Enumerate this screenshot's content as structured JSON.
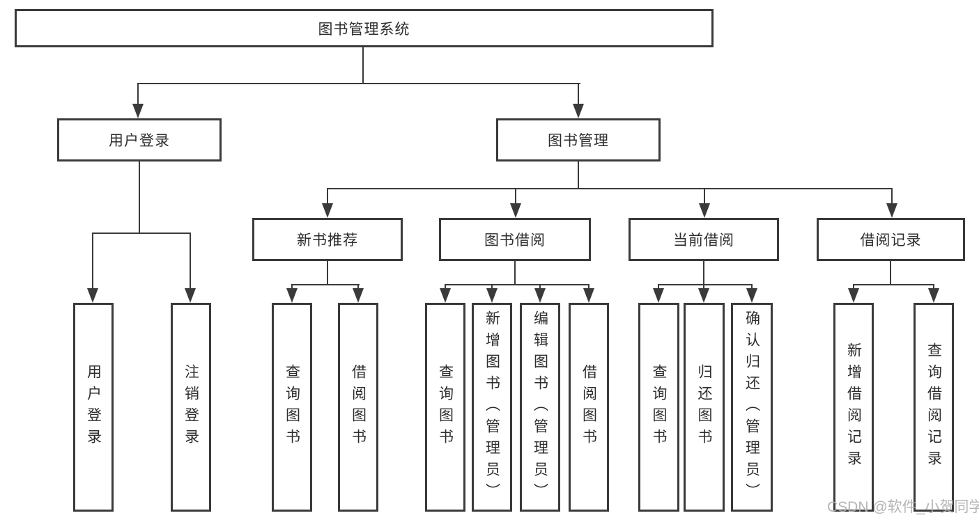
{
  "tree": {
    "root": {
      "label": "图书管理系统",
      "children": [
        {
          "label": "用户登录",
          "children": [
            {
              "label": "用户登录"
            },
            {
              "label": "注销登录"
            }
          ]
        },
        {
          "label": "图书管理",
          "children": [
            {
              "label": "新书推荐",
              "children": [
                {
                  "label": "查询图书"
                },
                {
                  "label": "借阅图书"
                }
              ]
            },
            {
              "label": "图书借阅",
              "children": [
                {
                  "label": "查询图书"
                },
                {
                  "label": "新增图书（管理员）"
                },
                {
                  "label": "编辑图书（管理员）"
                },
                {
                  "label": "借阅图书"
                }
              ]
            },
            {
              "label": "当前借阅",
              "children": [
                {
                  "label": "查询图书"
                },
                {
                  "label": "归还图书"
                },
                {
                  "label": "确认归还（管理员）"
                }
              ]
            },
            {
              "label": "借阅记录",
              "children": [
                {
                  "label": "新增借阅记录"
                },
                {
                  "label": "查询借阅记录"
                }
              ]
            }
          ]
        }
      ]
    }
  },
  "watermark": {
    "text": "CSDN @软件_小贺同学"
  },
  "colors": {
    "line": "#3a3a3a",
    "text": "#2d2d2d",
    "background": "#ffffff",
    "watermark": "#afafaf"
  }
}
